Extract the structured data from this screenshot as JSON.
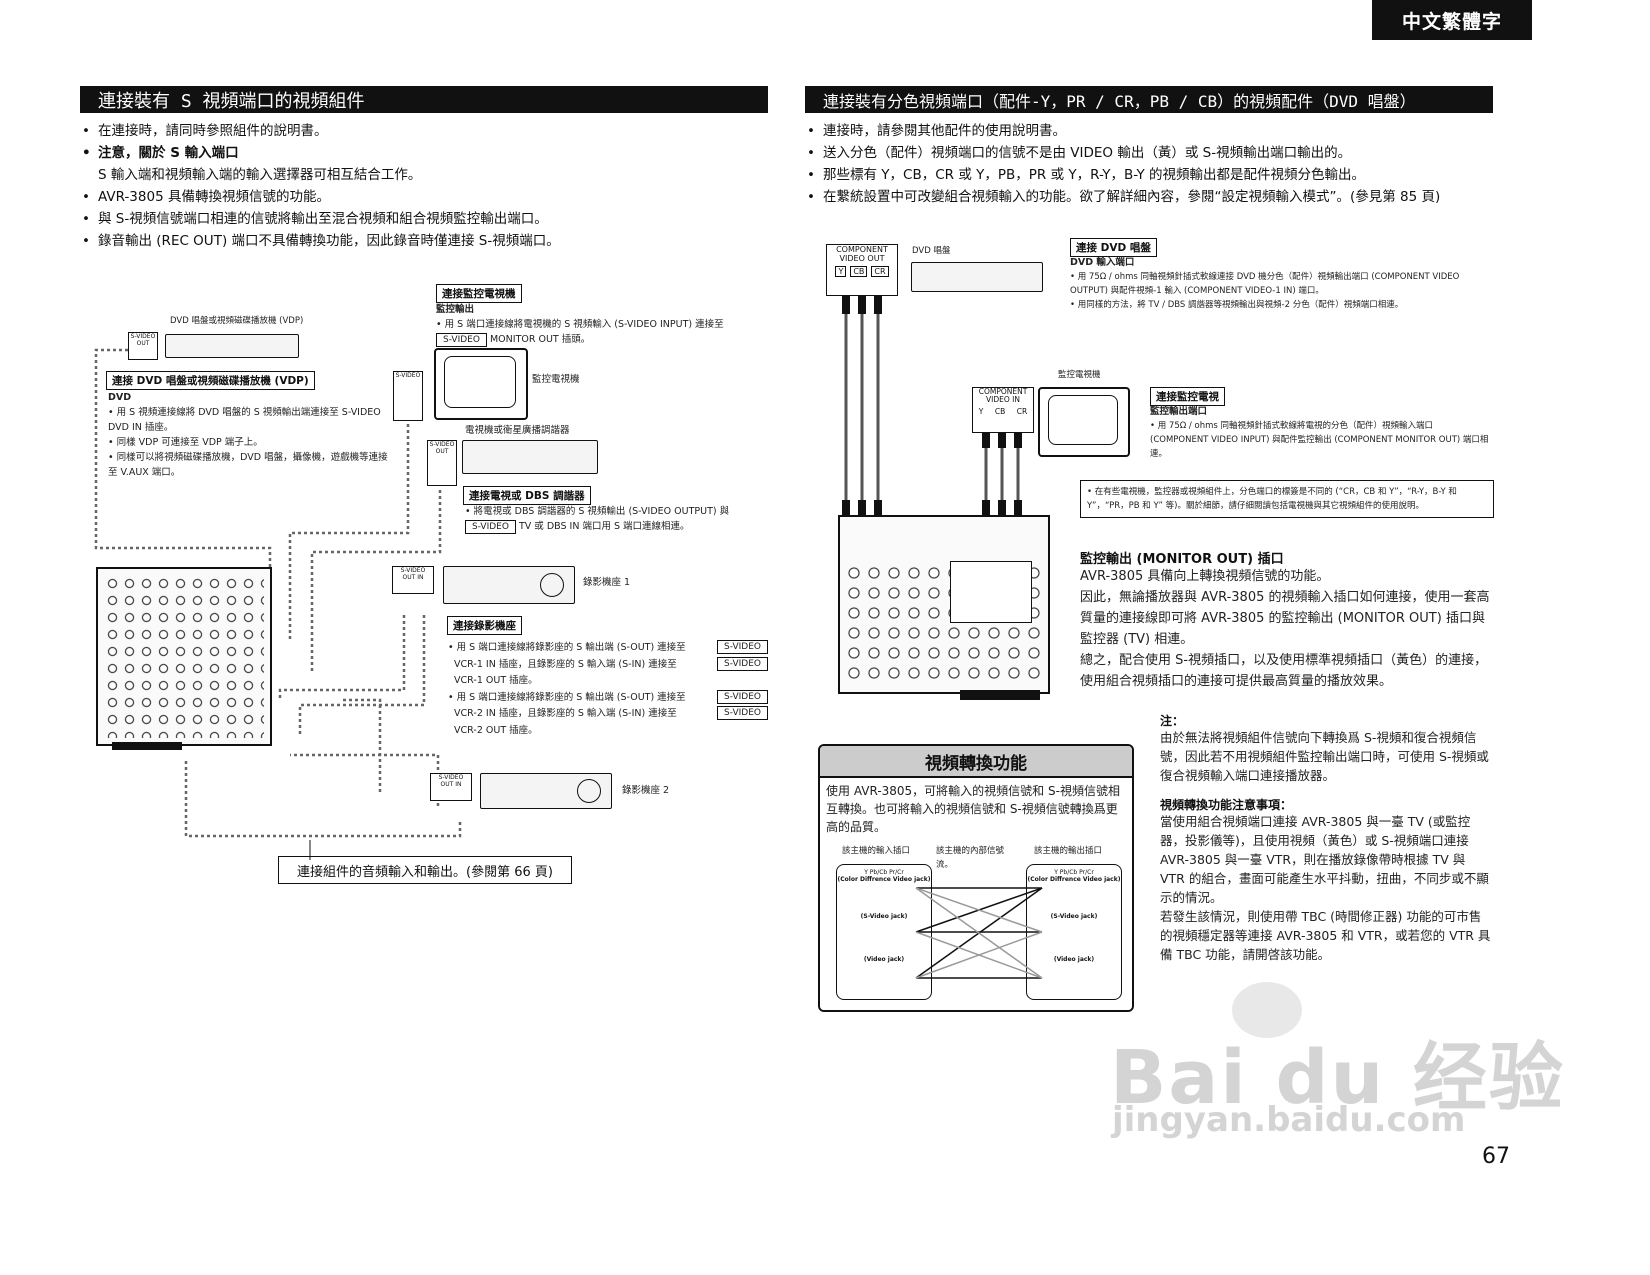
{
  "lang_tab": "中文繁體字",
  "page_number": "67",
  "watermark": {
    "logo": "Bai du 经验",
    "url": "jingyan.baidu.com"
  },
  "left": {
    "title": "連接裝有 S 視頻端口的視頻組件",
    "bullets": [
      "在連接時，請同時參照組件的說明書。",
      "注意，關於 S 輸入端口",
      "S 輸入端和視頻輸入端的輸入選擇器可相互結合工作。",
      "AVR-3805 具備轉換視頻信號的功能。",
      "與 S-視頻信號端口相連的信號將輸出至混合視頻和組合視頻監控輸出端口。",
      "錄音輸出 (REC OUT) 端口不具備轉換功能，因此錄音時僅連接 S-視頻端口。"
    ],
    "dvd_device_label": "DVD 唱盤或視頻磁碟播放機 (VDP)",
    "dvd_box": "連接 DVD 唱盤或視頻磁碟播放機 (VDP)",
    "dvd_heading": "DVD",
    "dvd_notes": [
      "用 S 視頻連接線將 DVD 唱盤的 S 視頻輸出端連接至 S-VIDEO DVD IN 插座。",
      "同樣 VDP 可連接至 VDP 端子上。",
      "同樣可以將視頻磁碟播放機，DVD 唱盤，攝像機，遊戲機等連接至 V.AUX 端口。"
    ],
    "monitor_box": "連接監控電視機",
    "monitor_out_heading": "監控輸出",
    "monitor_note_a": "用 S 端口連接線將電視機的 S 視頻輸入 (S-VIDEO INPUT) 連接至",
    "monitor_note_b": "MONITOR OUT 插頭。",
    "monitor_tv_label": "監控電視機",
    "tuner_label": "電視機或衛星廣播調諧器",
    "tuner_box": "連接電視或 DBS 調諧器",
    "tuner_note_a": "將電視或 DBS 調諧器的 S 視頻輸出 (S-VIDEO OUTPUT) 與",
    "tuner_note_b": "TV 或 DBS IN 端口用 S 端口連線相連。",
    "vcr1_label": "錄影機座 1",
    "vcr_box": "連接錄影機座",
    "vcr_notes": [
      "用 S 端口連接線將錄影座的 S 輸出端 (S-OUT) 連接至",
      "VCR-1 IN 插座，且錄影座的 S 輸入端 (S-IN) 連接至",
      "VCR-1 OUT 插座。",
      "用 S 端口連接線將錄影座的 S 輸出端 (S-OUT) 連接至",
      "VCR-2 IN 插座，且錄影座的 S 輸入端 (S-IN) 連接至",
      "VCR-2 OUT 插座。"
    ],
    "vcr2_label": "錄影機座 2",
    "svideo_tag": "S-VIDEO",
    "svideo_out_in": "OUT    IN",
    "svideo_out": "OUT",
    "audio_note": "連接組件的音頻輸入和輸出。(參閱第 66 頁)"
  },
  "right": {
    "title": "連接裝有分色視頻端口（配件-Y，PR / CR，PB / CB）的視頻配件（DVD 唱盤）",
    "bullets": [
      "連接時，請參閱其他配件的使用說明書。",
      "送入分色（配件）視頻端口的信號不是由 VIDEO 輸出（黃）或 S-視頻輸出端口輸出的。",
      "那些標有 Y，CB，CR 或 Y，PB，PR 或 Y，R-Y，B-Y 的視頻輸出都是配件視頻分色輸出。",
      "在繫統設置中可改變組合視頻輸入的功能。欲了解詳細內容，參閱“設定視頻輸入模式”。(參見第 85 頁)"
    ],
    "comp_out_label": "COMPONENT VIDEO OUT",
    "comp_in_label": "COMPONENT VIDEO IN",
    "ycbcr": [
      "Y",
      "CB",
      "CR"
    ],
    "dvd_device": "DVD 唱盤",
    "dvd_box": "連接 DVD 唱盤",
    "dvd_in_heading": "DVD 輸入端口",
    "dvd_notes": [
      "用 75Ω / ohms 同軸視頻針插式軟線連接 DVD 機分色（配件）視頻輸出端口 (COMPONENT VIDEO OUTPUT) 與配件視頻-1 輸入 (COMPONENT VIDEO-1 IN) 端口。",
      "用同樣的方法，將 TV / DBS 調諧器等視頻輸出與視頻-2 分色（配件）視頻端口相連。"
    ],
    "monitor_label": "監控電視機",
    "monitor_box": "連接監控電視",
    "monitor_out_heading": "監控輸出端口",
    "monitor_note": "用 75Ω / ohms 同軸視頻針插式軟線將電視的分色（配件）視頻輸入端口 (COMPONENT VIDEO INPUT) 與配件監控輸出 (COMPONENT MONITOR OUT) 端口相連。",
    "note_box": "在有些電視機，監控器或視頻組件上，分色端口的標簽是不同的 (“CR，CB 和 Y”，“R-Y，B-Y 和 Y”，“PR，PB 和 Y” 等)。關於細節，請仔細閱讀包括電視機與其它視頻組件的使用說明。",
    "monitor_out_title": "監控輸出 (MONITOR OUT) 插口",
    "monitor_out_paras": [
      "AVR-3805 具備向上轉換視頻信號的功能。",
      "因此，無論播放器與 AVR-3805 的視頻輸入插口如何連接，使用一套高質量的連接線即可將 AVR-3805 的監控輸出 (MONITOR OUT) 插口與監控器 (TV) 相連。",
      "總之，配合使用 S-視頻插口，以及使用標準視頻插口（黃色）的連接，使用組合視頻插口的連接可提供最高質量的播放效果。"
    ],
    "vc_title": "視頻轉換功能",
    "vc_text": "使用 AVR-3805，可將輸入的視頻信號和 S-視頻信號相互轉換。也可將輸入的視頻信號和 S-視頻信號轉換爲更高的品質。",
    "vc_col_in": "該主機的輸入插口",
    "vc_col_mid": "該主機的內部信號流。",
    "vc_col_out": "該主機的輸出插口",
    "vc_jacks": [
      "(Color Diffrence Video jack)",
      "(S-Video jack)",
      "(Video jack)"
    ],
    "vc_ypbpr": "Y   Pb/Cb   Pr/Cr",
    "note_title": "注：",
    "note_text": "由於無法將視頻組件信號向下轉換爲 S-視頻和復合視頻信號，因此若不用視頻組件監控輸出端口時，可使用 S-視頻或復合視頻輸入端口連接播放器。",
    "caution_title": "視頻轉換功能注意事項：",
    "caution_paras": [
      "當使用組合視頻端口連接 AVR-3805 與一臺 TV (或監控器，投影儀等)，且使用視頻（黃色）或 S-視頻端口連接 AVR-3805 與一臺 VTR，則在播放錄像帶時根據 TV 與 VTR 的組合，畫面可能產生水平抖動，扭曲，不同步或不顯示的情況。",
      "若發生該情況，則使用帶 TBC (時間修正器) 功能的可市售的視頻穩定器等連接 AVR-3805 和 VTR，或若您的 VTR 具備 TBC 功能，請開啓該功能。"
    ]
  }
}
